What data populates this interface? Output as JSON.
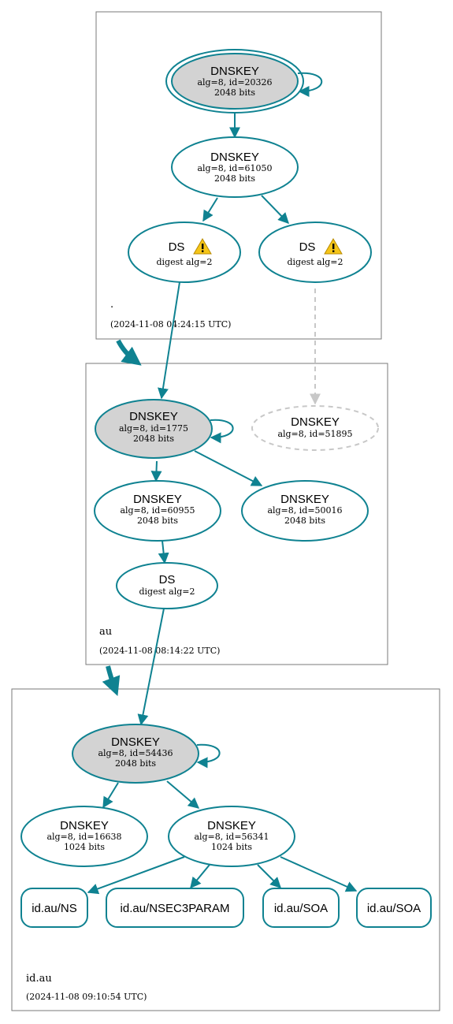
{
  "zones": {
    "root": {
      "name": ".",
      "timestamp": "(2024-11-08 04:24:15 UTC)"
    },
    "au": {
      "name": "au",
      "timestamp": "(2024-11-08 08:14:22 UTC)"
    },
    "idau": {
      "name": "id.au",
      "timestamp": "(2024-11-08 09:10:54 UTC)"
    }
  },
  "nodes": {
    "root_ksk": {
      "title": "DNSKEY",
      "line1": "alg=8, id=20326",
      "line2": "2048 bits"
    },
    "root_zsk": {
      "title": "DNSKEY",
      "line1": "alg=8, id=61050",
      "line2": "2048 bits"
    },
    "root_ds1": {
      "title": "DS",
      "line1": "digest alg=2"
    },
    "root_ds2": {
      "title": "DS",
      "line1": "digest alg=2"
    },
    "au_ksk": {
      "title": "DNSKEY",
      "line1": "alg=8, id=1775",
      "line2": "2048 bits"
    },
    "au_missing": {
      "title": "DNSKEY",
      "line1": "alg=8, id=51895"
    },
    "au_zsk1": {
      "title": "DNSKEY",
      "line1": "alg=8, id=60955",
      "line2": "2048 bits"
    },
    "au_zsk2": {
      "title": "DNSKEY",
      "line1": "alg=8, id=50016",
      "line2": "2048 bits"
    },
    "au_ds": {
      "title": "DS",
      "line1": "digest alg=2"
    },
    "id_ksk": {
      "title": "DNSKEY",
      "line1": "alg=8, id=54436",
      "line2": "2048 bits"
    },
    "id_zsk1": {
      "title": "DNSKEY",
      "line1": "alg=8, id=16638",
      "line2": "1024 bits"
    },
    "id_zsk2": {
      "title": "DNSKEY",
      "line1": "alg=8, id=56341",
      "line2": "1024 bits"
    }
  },
  "records": {
    "ns": "id.au/NS",
    "nsec3param": "id.au/NSEC3PARAM",
    "soa1": "id.au/SOA",
    "soa2": "id.au/SOA"
  },
  "colors": {
    "edge": "#0f8291",
    "ksk_fill": "#d3d3d3",
    "ghost": "#c8c8c8",
    "warning": "#f5c518"
  },
  "icons": {
    "warning": "warning-triangle-icon"
  }
}
